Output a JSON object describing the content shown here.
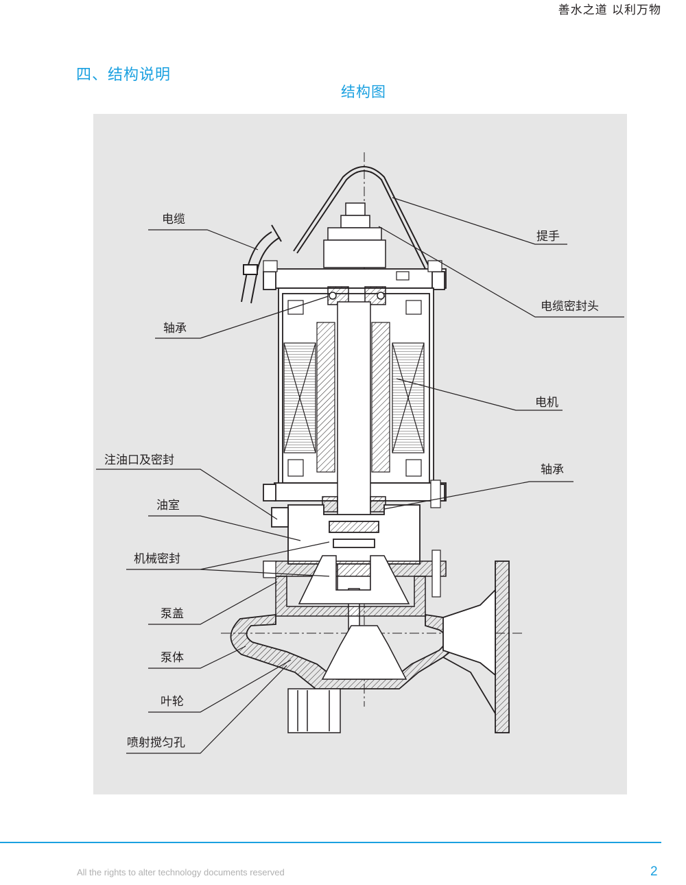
{
  "header": {
    "slogan": "善水之道  以利万物"
  },
  "section": {
    "title": "四、结构说明",
    "figure_title": "结构图"
  },
  "labels": {
    "cable": "电缆",
    "handle": "提手",
    "bearing_top": "轴承",
    "cable_seal_head": "电缆密封头",
    "motor": "电机",
    "oil_inlet_seal": "注油口及密封",
    "bearing_bottom": "轴承",
    "oil_chamber": "油室",
    "mechanical_seal": "机械密封",
    "pump_cover": "泵盖",
    "pump_body": "泵体",
    "impeller": "叶轮",
    "jet_mixing_hole": "喷射搅匀孔"
  },
  "footer": {
    "rights_text": "All the rights to alter technology documents reserved",
    "page_number": "2"
  },
  "colors": {
    "accent": "#1aa0e0",
    "panel": "#e6e6e6",
    "line": "#231f20"
  }
}
